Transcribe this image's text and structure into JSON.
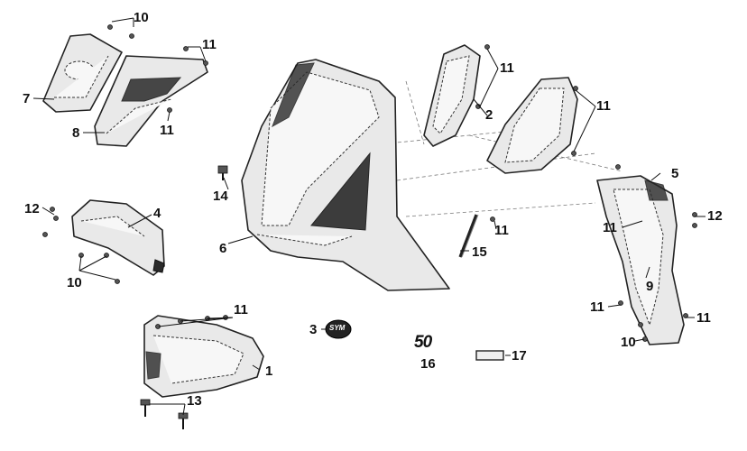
{
  "callouts": {
    "c1": "1",
    "c2": "2",
    "c3": "3",
    "c4": "4",
    "c5": "5",
    "c6": "6",
    "c7": "7",
    "c8": "8",
    "c9": "9",
    "c10a": "10",
    "c10b": "10",
    "c10c": "10",
    "c11a": "11",
    "c11b": "11",
    "c11c": "11",
    "c11d": "11",
    "c11e": "11",
    "c11f": "11",
    "c11g": "11",
    "c11h": "11",
    "c11i": "11",
    "c12a": "12",
    "c12b": "12",
    "c13": "13",
    "c14": "14",
    "c15": "15",
    "c16": "16",
    "c17": "17"
  },
  "emblem_text": "SYM",
  "badge_text": "50"
}
